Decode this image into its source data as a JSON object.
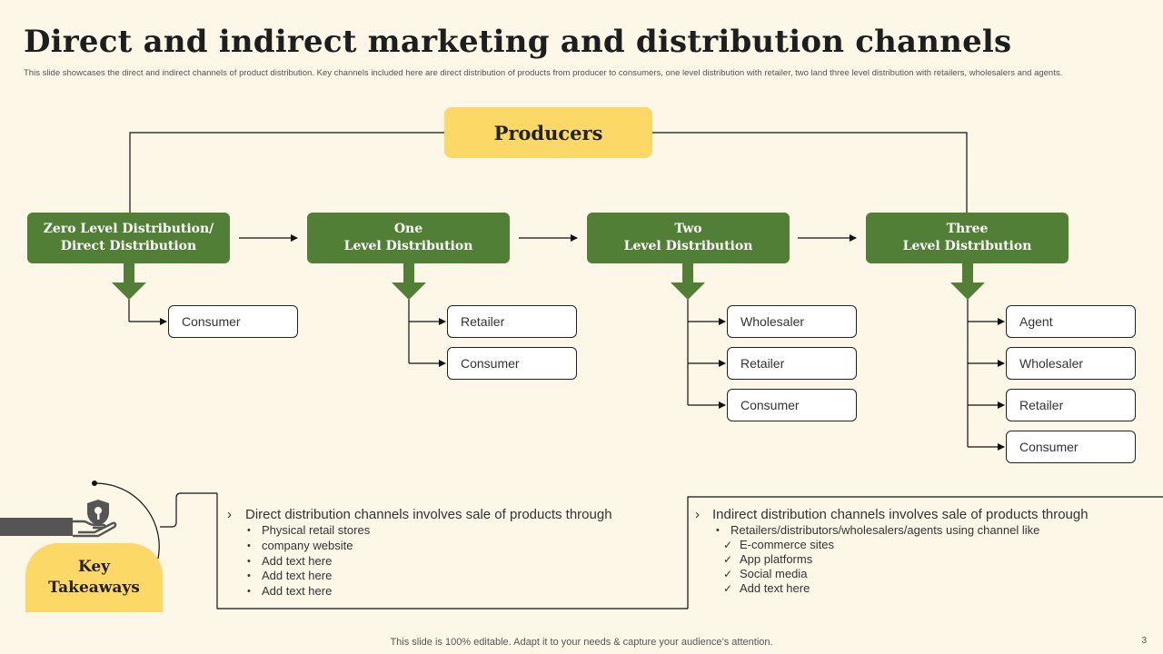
{
  "header": {
    "title": "Direct and indirect marketing and distribution channels",
    "subtitle": "This slide showcases the direct and indirect channels of product distribution. Key channels included here are direct distribution of products from producer to consumers, one level distribution with retailer, two land three level distribution with retailers, wholesalers and agents."
  },
  "diagram": {
    "root": "Producers",
    "levels": [
      {
        "line1": "Zero Level Distribution/",
        "line2": "Direct Distribution",
        "children": [
          "Consumer"
        ]
      },
      {
        "line1": "One",
        "line2": "Level Distribution",
        "children": [
          "Retailer",
          "Consumer"
        ]
      },
      {
        "line1": "Two",
        "line2": "Level Distribution",
        "children": [
          "Wholesaler",
          "Retailer",
          "Consumer"
        ]
      },
      {
        "line1": "Three",
        "line2": "Level Distribution",
        "children": [
          "Agent",
          "Wholesaler",
          "Retailer",
          "Consumer"
        ]
      }
    ]
  },
  "takeaways": {
    "line1": "Key",
    "line2": "Takeaways",
    "direct": {
      "heading": "Direct distribution channels involves sale of products through",
      "items": [
        "Physical retail stores",
        "company website",
        "Add text here",
        "Add text here",
        "Add text here"
      ]
    },
    "indirect": {
      "heading": "Indirect distribution channels involves sale of products through",
      "sub": "Retailers/distributors/wholesalers/agents using channel like",
      "items": [
        "E-commerce sites",
        "App platforms",
        "Social media",
        "Add text here"
      ]
    }
  },
  "footer": {
    "note": "This slide is 100% editable. Adapt it to your needs & capture your audience’s attention.",
    "page": "3"
  },
  "colors": {
    "background": "#fdf7e7",
    "accent_yellow": "#fcd866",
    "level_green": "#507f35"
  },
  "icons": [
    "shield-hand-icon",
    "chevron-right-icon"
  ]
}
